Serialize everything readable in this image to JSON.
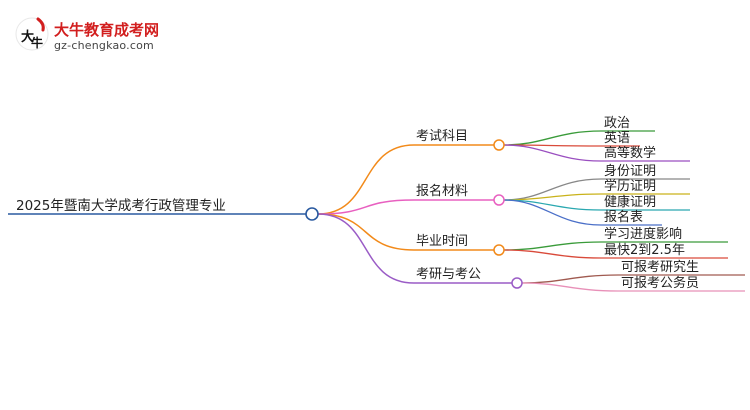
{
  "brand": {
    "name": "大牛教育成考网",
    "url": "gz-chengkao.com",
    "logo_text": "大牛"
  },
  "mindmap": {
    "root": "2025年暨南大学成考行政管理专业",
    "branches": [
      {
        "label": "考试科目",
        "color": "#f28a1a",
        "children": [
          {
            "label": "政治",
            "color": "#3a9b3a"
          },
          {
            "label": "英语",
            "color": "#d94a3a"
          },
          {
            "label": "高等数学",
            "color": "#9a4fc0"
          }
        ]
      },
      {
        "label": "报名材料",
        "color": "#e860c0",
        "children": [
          {
            "label": "身份证明",
            "color": "#888888"
          },
          {
            "label": "学历证明",
            "color": "#c9b21a"
          },
          {
            "label": "健康证明",
            "color": "#2aa8b0"
          },
          {
            "label": "报名表",
            "color": "#4a6fc8"
          }
        ]
      },
      {
        "label": "毕业时间",
        "color": "#f28a1a",
        "children": [
          {
            "label": "学习进度影响",
            "color": "#3a9b3a"
          },
          {
            "label": "最快2到2.5年",
            "color": "#d94a3a"
          }
        ]
      },
      {
        "label": "考研与考公",
        "color": "#9a5cc6",
        "children": [
          {
            "label": "可报考研究生",
            "color": "#a05a50"
          },
          {
            "label": "可报考公务员",
            "color": "#e890b8"
          }
        ]
      }
    ]
  }
}
